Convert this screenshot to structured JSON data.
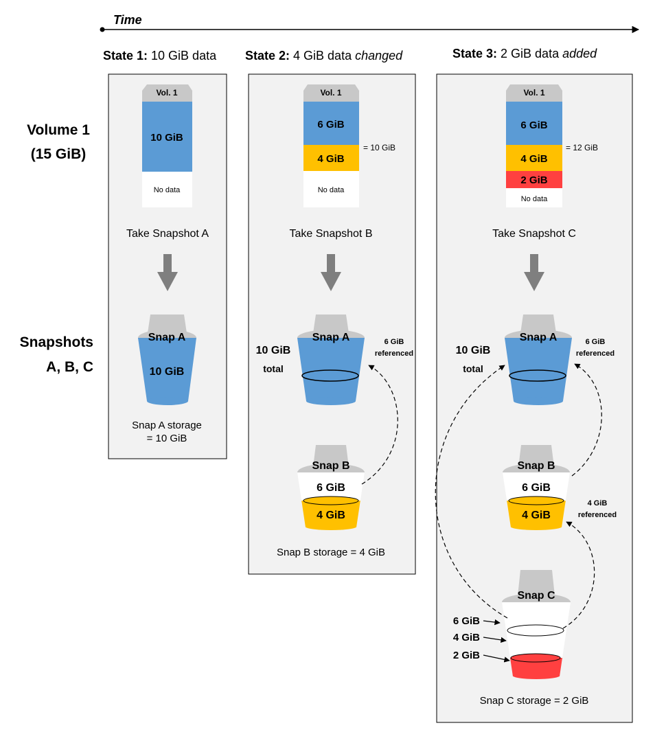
{
  "colors": {
    "blue": "#5b9bd5",
    "yellow": "#ffc000",
    "red": "#ff4040",
    "gray": "#c8c8c8",
    "panel": "#f2f2f2"
  },
  "timeline": {
    "label": "Time"
  },
  "row_labels": {
    "volume_line1": "Volume 1",
    "volume_line2": "(15 GiB)",
    "snapshots_line1": "Snapshots",
    "snapshots_line2": "A, B, C"
  },
  "states": [
    {
      "head": "State 1:",
      "body": " 10 GiB data",
      "emph": ""
    },
    {
      "head": "State 2:",
      "body": " 4 GiB data ",
      "emph": "changed"
    },
    {
      "head": "State 3:",
      "body": " 2 GiB data ",
      "emph": "added"
    }
  ],
  "volumes": [
    {
      "label": "Vol. 1",
      "seg_10": "10 GiB",
      "no_data": "No data",
      "action": "Take Snapshot A"
    },
    {
      "label": "Vol. 1",
      "seg_6": "6 GiB",
      "seg_4": "4 GiB",
      "no_data": "No data",
      "total": "= 10 GiB",
      "action": "Take Snapshot B"
    },
    {
      "label": "Vol. 1",
      "seg_6": "6 GiB",
      "seg_4": "4 GiB",
      "seg_2": "2 GiB",
      "no_data": "No data",
      "total": "= 12 GiB",
      "action": "Take Snapshot C"
    }
  ],
  "snap_a": {
    "name": "Snap A",
    "size": "10 GiB",
    "storage_line1": "Snap A storage",
    "storage_line2": "= 10 GiB"
  },
  "state2": {
    "snap_a_name": "Snap A",
    "total_line1": "10 GiB",
    "total_line2": "total",
    "ref_line1": "6 GiB",
    "ref_line2": "referenced",
    "snap_b_name": "Snap B",
    "snap_b_6": "6 GiB",
    "snap_b_4": "4 GiB",
    "storage": "Snap B storage = 4 GiB"
  },
  "state3": {
    "snap_a_name": "Snap A",
    "total_line1": "10 GiB",
    "total_line2": "total",
    "ref6_line1": "6 GiB",
    "ref6_line2": "referenced",
    "snap_b_name": "Snap B",
    "snap_b_6": "6 GiB",
    "snap_b_4": "4 GiB",
    "ref4_line1": "4 GiB",
    "ref4_line2": "referenced",
    "snap_c_name": "Snap C",
    "level_6": "6 GiB",
    "level_4": "4 GiB",
    "level_2": "2 GiB",
    "storage": "Snap C storage = 2 GiB"
  }
}
